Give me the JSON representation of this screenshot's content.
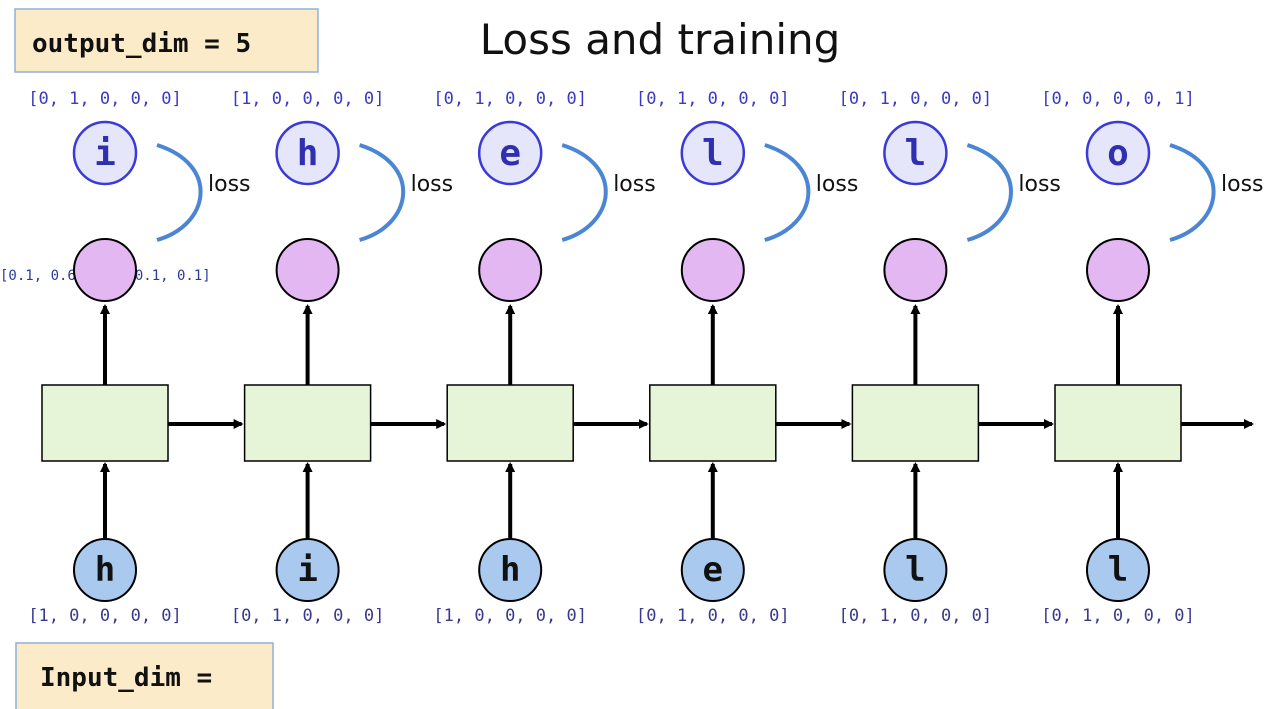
{
  "title": "Loss and training",
  "output_dim_label": "output_dim = 5",
  "input_dim_label": "Input_dim =",
  "loss_label": "loss",
  "prediction_vector": "[0.1, 0.6, 0.1, 0.1, 0.1]",
  "colors": {
    "cell_fill": "#e6f5d8",
    "output_node_fill": "#e3b7f2",
    "target_node_fill": "#e6e6fb",
    "target_node_stroke": "#3a3ad6",
    "input_node_fill": "#a9c9ee",
    "loss_curve": "#4a86d4",
    "code_box_fill": "#fcebc8",
    "code_box_stroke": "#8fb1d8"
  },
  "timesteps": [
    {
      "target": "i",
      "target_vector": "[0, 1, 0, 0, 0]",
      "input": "h",
      "input_vector": "[1, 0, 0, 0, 0]"
    },
    {
      "target": "h",
      "target_vector": "[1, 0, 0, 0, 0]",
      "input": "i",
      "input_vector": "[0, 1, 0, 0, 0]"
    },
    {
      "target": "e",
      "target_vector": "[0, 1, 0, 0, 0]",
      "input": "h",
      "input_vector": "[1, 0, 0, 0, 0]"
    },
    {
      "target": "l",
      "target_vector": "[0, 1, 0, 0, 0]",
      "input": "e",
      "input_vector": "[0, 1, 0, 0, 0]"
    },
    {
      "target": "l",
      "target_vector": "[0, 1, 0, 0, 0]",
      "input": "l",
      "input_vector": "[0, 1, 0, 0, 0]"
    },
    {
      "target": "o",
      "target_vector": "[0, 0, 0, 0, 1]",
      "input": "l",
      "input_vector": "[0, 1, 0, 0, 0]"
    }
  ]
}
